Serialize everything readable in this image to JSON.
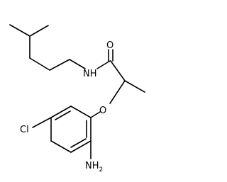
{
  "molecule": {
    "labels": {
      "nh": "NH",
      "o_carbonyl": "O",
      "o_ether": "O",
      "cl": "Cl",
      "nh2": "NH",
      "nh2_sub": "2"
    }
  }
}
